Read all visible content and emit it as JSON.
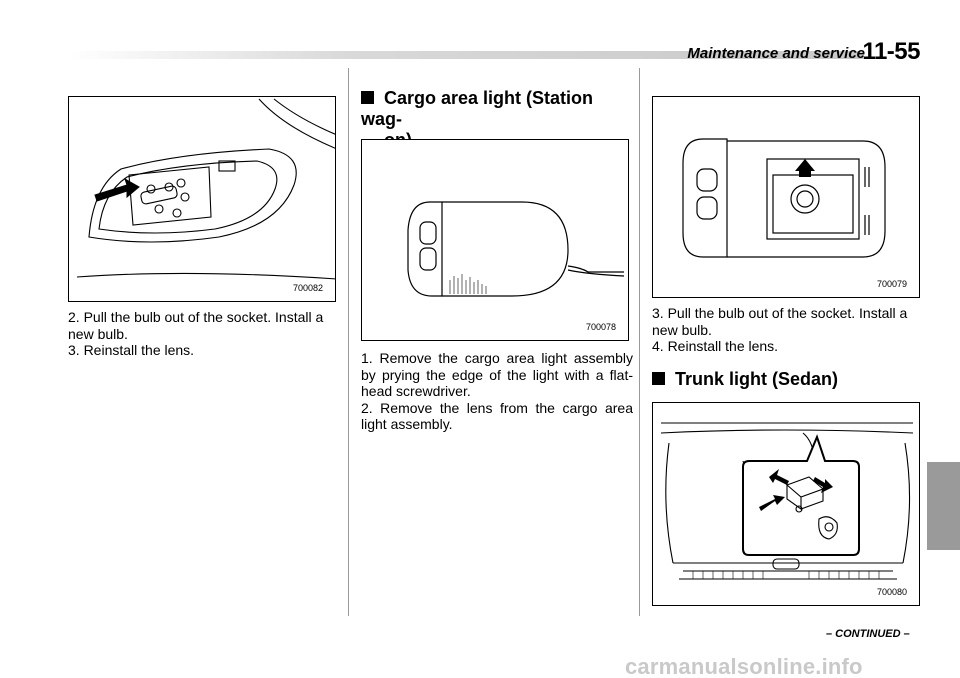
{
  "header": {
    "section": "Maintenance and service",
    "page_number": "11-55"
  },
  "col1": {
    "figure_code": "700082",
    "step2": "2.  Pull the bulb out of the socket. Install a new bulb.",
    "step3": "3.  Reinstall the lens."
  },
  "col2": {
    "heading_line1": "Cargo area light (Station wag-",
    "heading_line2": "on)",
    "figure_code": "700078",
    "step1": "1.  Remove the cargo area light assembly by prying the edge of the light with a flat-head screwdriver.",
    "step2": "2.  Remove the lens from the cargo area light assembly."
  },
  "col3": {
    "figure_code": "700079",
    "step3": "3.  Pull the bulb out of the socket. Install a new bulb.",
    "step4": "4.  Reinstall the lens.",
    "heading": "Trunk light (Sedan)",
    "figure2_code": "700080"
  },
  "footer": {
    "continued": "– CONTINUED –",
    "watermark": "carmanualsonline.info"
  }
}
